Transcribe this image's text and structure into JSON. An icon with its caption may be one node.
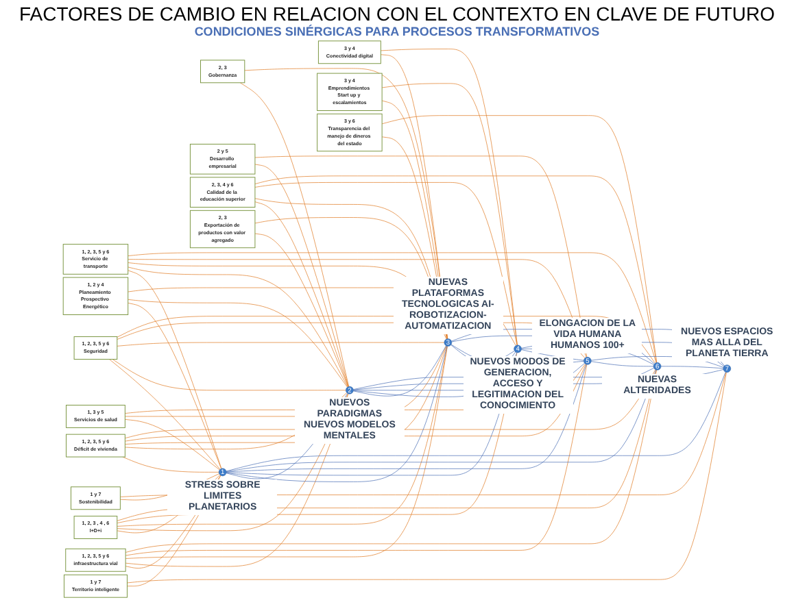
{
  "diagram": {
    "title": "FACTORES DE CAMBIO EN RELACION CON EL CONTEXTO EN CLAVE DE FUTURO",
    "nodes": [
      {
        "text": [
          "2, 3",
          "Gobernanza"
        ]
      },
      {
        "text": [
          "1 y 7",
          "Territorio inteligente"
        ]
      },
      {
        "text": [
          "3 y 4",
          "Conectividad digital"
        ]
      },
      {
        "text": [
          "2 y 5",
          "Desarrollo empresarial"
        ]
      },
      {
        "text": [
          "2, 3, 4 y 6",
          "Calidad de la educación superior"
        ]
      },
      {
        "text": [
          "2"
        ],
        "beside": [
          "NUEVOS PARADIGMAS NUEVOS MODELOS MENTALES"
        ]
      },
      {
        "text": [
          "2, 3",
          "Exportación de productos con valor agregado"
        ]
      },
      {
        "text": [
          "3"
        ],
        "beside": [
          "NUEVAS PLATAFORMAS TECNOLOGICAS AI- ROBOTIZACION- AUTOMATIZACION"
        ]
      },
      {
        "text": [
          "1, 2, 3 , 4 , 6",
          "I+D+i"
        ]
      },
      {
        "text": [
          "1"
        ],
        "beside": [
          "STRESS SOBRE LIMITES PLANETARIOS"
        ]
      },
      {
        "text": [
          "1, 2, 3, 5 y 6",
          "infraestructura vial"
        ]
      },
      {
        "text": [
          "1, 2 y 4",
          "Planeamiento Prospectivo Energético"
        ]
      },
      {
        "text": [
          "4"
        ],
        "beside": [
          "NUEVOS MODOS DE GENERACION, ACCESO Y LEGITIMACION DEL CONOCIMIENTO"
        ]
      },
      {
        "text": [
          "3 y 4",
          "Emprendimientos Start up y escalamientos"
        ]
      },
      {
        "text": [
          "7"
        ],
        "beside": [
          "NUEVOS ESPACIOS MAS ALLA DEL PLANETA TIERRA"
        ]
      },
      {
        "text": [
          "1, 2, 3, 5 y 6",
          "Déficit de vivienda"
        ]
      },
      {
        "text": [
          "1, 3 y 5",
          "Servicios de salud"
        ]
      },
      {
        "text": [
          "5"
        ],
        "beside": [
          "ELONGACION DE LA VIDA HUMANA HUMANOS 100+"
        ]
      },
      {
        "text": [
          "6"
        ],
        "beside": [
          "NUEVAS ALTERIDADES"
        ]
      },
      {
        "text": [
          "1 y 7",
          "Sostenibilidad"
        ]
      },
      {
        "text": [
          "1, 2, 3, 5 y 6",
          "Seguridad"
        ]
      },
      {
        "text": [
          "3 y 6",
          "Transparencia del manejo de dineros del estado"
        ]
      },
      {
        "text": [
          "1, 2, 3, 5 y 6",
          "Servicio de transporte"
        ]
      }
    ],
    "edges": [
      {
        "from": 0,
        "to": 5,
        "arrow": "none"
      },
      {
        "from": 0,
        "to": 7,
        "arrow": "none"
      },
      {
        "from": 1,
        "to": 9,
        "arrow": "none"
      },
      {
        "from": 1,
        "to": 14,
        "arrow": "none"
      },
      {
        "from": 2,
        "to": 7,
        "arrow": "none"
      },
      {
        "from": 2,
        "to": 12,
        "arrow": "none"
      },
      {
        "from": 3,
        "to": 5,
        "arrow": "none"
      },
      {
        "from": 3,
        "to": 17,
        "arrow": "none"
      },
      {
        "from": 4,
        "to": 5,
        "arrow": "none"
      },
      {
        "from": 4,
        "to": 7,
        "arrow": "none"
      },
      {
        "from": 4,
        "to": 12,
        "arrow": "none"
      },
      {
        "from": 4,
        "to": 18,
        "arrow": "none"
      },
      {
        "from": 6,
        "to": 5,
        "arrow": "none"
      },
      {
        "from": 6,
        "to": 7,
        "arrow": "none"
      },
      {
        "from": 8,
        "to": 9,
        "arrow": "none"
      },
      {
        "from": 8,
        "to": 5,
        "arrow": "none"
      },
      {
        "from": 8,
        "to": 7,
        "arrow": "none"
      },
      {
        "from": 8,
        "to": 12,
        "arrow": "none"
      },
      {
        "from": 8,
        "to": 18,
        "arrow": "none"
      },
      {
        "from": 10,
        "to": 9,
        "arrow": "none"
      },
      {
        "from": 10,
        "to": 5,
        "arrow": "none"
      },
      {
        "from": 10,
        "to": 7,
        "arrow": "none"
      },
      {
        "from": 10,
        "to": 17,
        "arrow": "none"
      },
      {
        "from": 10,
        "to": 18,
        "arrow": "none"
      },
      {
        "from": 11,
        "to": 9,
        "arrow": "none"
      },
      {
        "from": 11,
        "to": 5,
        "arrow": "none"
      },
      {
        "from": 11,
        "to": 12,
        "arrow": "none"
      },
      {
        "from": 13,
        "to": 7,
        "arrow": "none"
      },
      {
        "from": 13,
        "to": 12,
        "arrow": "none"
      },
      {
        "from": 15,
        "to": 9,
        "arrow": "none"
      },
      {
        "from": 15,
        "to": 5,
        "arrow": "none"
      },
      {
        "from": 15,
        "to": 7,
        "arrow": "none"
      },
      {
        "from": 15,
        "to": 17,
        "arrow": "none"
      },
      {
        "from": 15,
        "to": 18,
        "arrow": "none"
      },
      {
        "from": 16,
        "to": 9,
        "arrow": "none"
      },
      {
        "from": 16,
        "to": 7,
        "arrow": "none"
      },
      {
        "from": 16,
        "to": 17,
        "arrow": "none"
      },
      {
        "from": 19,
        "to": 9,
        "arrow": "none"
      },
      {
        "from": 19,
        "to": 14,
        "arrow": "none"
      },
      {
        "from": 20,
        "to": 9,
        "arrow": "none"
      },
      {
        "from": 20,
        "to": 5,
        "arrow": "none"
      },
      {
        "from": 20,
        "to": 7,
        "arrow": "none"
      },
      {
        "from": 20,
        "to": 17,
        "arrow": "none"
      },
      {
        "from": 20,
        "to": 18,
        "arrow": "none"
      },
      {
        "from": 21,
        "to": 7,
        "arrow": "none"
      },
      {
        "from": 21,
        "to": 18,
        "arrow": "none"
      },
      {
        "from": 22,
        "to": 9,
        "arrow": "none"
      },
      {
        "from": 22,
        "to": 5,
        "arrow": "none"
      },
      {
        "from": 22,
        "to": 7,
        "arrow": "none"
      },
      {
        "from": 22,
        "to": 17,
        "arrow": "none"
      },
      {
        "from": 22,
        "to": 18,
        "arrow": "none"
      },
      {
        "from": 9,
        "to": 5,
        "arrow": "none",
        "color": "#4a6fb5"
      },
      {
        "from": 9,
        "to": 7,
        "arrow": "none",
        "color": "#4a6fb5"
      },
      {
        "from": 9,
        "to": 12,
        "arrow": "none",
        "color": "#4a6fb5"
      },
      {
        "from": 9,
        "to": 17,
        "arrow": "none",
        "color": "#4a6fb5"
      },
      {
        "from": 9,
        "to": 18,
        "arrow": "none",
        "color": "#4a6fb5"
      },
      {
        "from": 9,
        "to": 14,
        "arrow": "none",
        "color": "#4a6fb5"
      },
      {
        "from": 5,
        "to": 7,
        "arrow": "none",
        "color": "#4a6fb5"
      },
      {
        "from": 5,
        "to": 12,
        "arrow": "none",
        "color": "#4a6fb5"
      },
      {
        "from": 5,
        "to": 17,
        "arrow": "none",
        "color": "#4a6fb5"
      },
      {
        "from": 5,
        "to": 18,
        "arrow": "none",
        "color": "#4a6fb5"
      },
      {
        "from": 5,
        "to": 14,
        "arrow": "none",
        "color": "#4a6fb5"
      },
      {
        "from": 7,
        "to": 12,
        "arrow": "none",
        "color": "#4a6fb5"
      },
      {
        "from": 7,
        "to": 17,
        "arrow": "none",
        "color": "#4a6fb5"
      },
      {
        "from": 7,
        "to": 18,
        "arrow": "none",
        "color": "#4a6fb5"
      },
      {
        "from": 7,
        "to": 14,
        "arrow": "none",
        "color": "#4a6fb5"
      },
      {
        "from": 12,
        "to": 17,
        "arrow": "none",
        "color": "#4a6fb5"
      },
      {
        "from": 12,
        "to": 18,
        "arrow": "none",
        "color": "#4a6fb5"
      },
      {
        "from": 12,
        "to": 14,
        "arrow": "none",
        "color": "#4a6fb5"
      },
      {
        "from": 17,
        "to": 18,
        "arrow": "none",
        "color": "#4a6fb5"
      },
      {
        "from": 17,
        "to": 14,
        "arrow": "none",
        "color": "#4a6fb5"
      },
      {
        "from": 18,
        "to": 14,
        "arrow": "none",
        "color": "#4a6fb5"
      }
    ],
    "labels": [
      "CONDICIONES SINÉRGICAS PARA PROCESOS TRANSFORMATIVOS"
    ]
  }
}
